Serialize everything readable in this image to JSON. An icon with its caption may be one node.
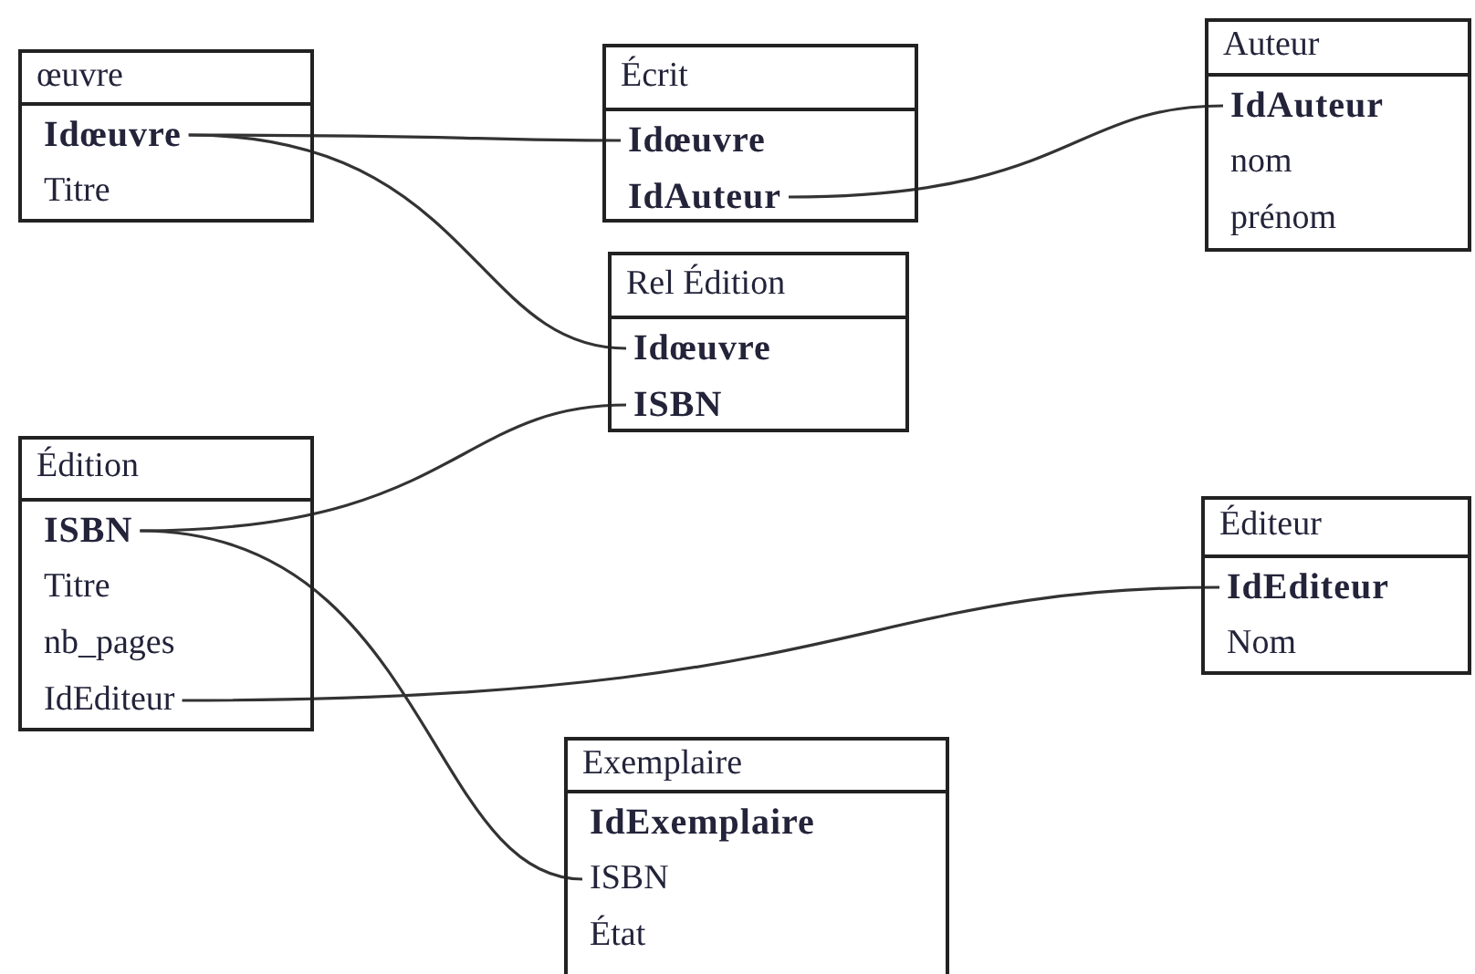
{
  "diagram": {
    "nodes": [
      {
        "text": [
          "œuvre"
        ]
      },
      {
        "text": [
          "Idœuvre"
        ],
        "in": 0
      },
      {
        "text": [
          "Titre"
        ],
        "in": 0
      },
      {
        "text": [
          "Écrit"
        ]
      },
      {
        "text": [
          "Idœuvre"
        ],
        "in": 3
      },
      {
        "text": [
          "IdAuteur"
        ],
        "in": 3
      },
      {
        "text": [
          "Auteur"
        ]
      },
      {
        "text": [
          "IdAuteur"
        ],
        "in": 6
      },
      {
        "text": [
          "nom"
        ],
        "in": 6
      },
      {
        "text": [
          "prénom"
        ],
        "in": 6
      },
      {
        "text": [
          "Rel Édition"
        ]
      },
      {
        "text": [
          "Idœuvre"
        ],
        "in": 10
      },
      {
        "text": [
          "ISBN"
        ],
        "in": 10
      },
      {
        "text": [
          "Édition"
        ]
      },
      {
        "text": [
          "ISBN"
        ],
        "in": 13
      },
      {
        "text": [
          "Titre"
        ],
        "in": 13
      },
      {
        "text": [
          "nb_pages"
        ],
        "in": 13
      },
      {
        "text": [
          "IdEditeur"
        ],
        "in": 13
      },
      {
        "text": [
          "Éditeur"
        ]
      },
      {
        "text": [
          "IdEditeur"
        ],
        "in": 18
      },
      {
        "text": [
          "Nom"
        ],
        "in": 18
      },
      {
        "text": [
          "Exemplaire"
        ]
      },
      {
        "text": [
          "IdExemplaire"
        ],
        "in": 21
      },
      {
        "text": [
          "ISBN"
        ],
        "in": 21
      },
      {
        "text": [
          "État"
        ],
        "in": 21
      }
    ],
    "edges": [
      {
        "from": 1,
        "to": 4,
        "arrow": "none"
      },
      {
        "from": 1,
        "to": 11,
        "arrow": "none"
      },
      {
        "from": 5,
        "to": 7,
        "arrow": "none"
      },
      {
        "from": 14,
        "to": 12,
        "arrow": "none"
      },
      {
        "from": 14,
        "to": 23,
        "arrow": "none"
      },
      {
        "from": 17,
        "to": 19,
        "arrow": "none"
      }
    ]
  }
}
